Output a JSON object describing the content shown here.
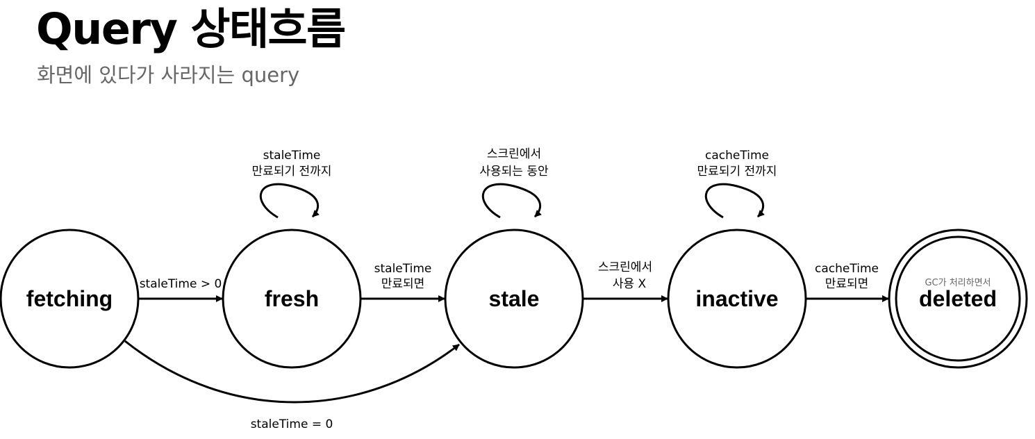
{
  "header": {
    "title": "Query 상태흐름",
    "subtitle": "화면에 있다가 사라지는 query"
  },
  "nodes": {
    "fetching": "fetching",
    "fresh": "fresh",
    "stale": "stale",
    "inactive": "inactive",
    "deleted": "deleted",
    "deleted_note": "GC가 처리하면서"
  },
  "edges": {
    "fetching_fresh": "staleTime > 0",
    "fetching_stale": "staleTime = 0",
    "fresh_stale_1": "staleTime",
    "fresh_stale_2": "만료되면",
    "stale_inactive_1": "스크린에서",
    "stale_inactive_2": "사용 X",
    "inactive_deleted_1": "cacheTime",
    "inactive_deleted_2": "만료되면"
  },
  "loops": {
    "fresh_1": "staleTime",
    "fresh_2": "만료되기 전까지",
    "stale_1": "스크린에서",
    "stale_2": "사용되는 동안",
    "inactive_1": "cacheTime",
    "inactive_2": "만료되기 전까지"
  },
  "colors": {
    "stroke": "#000000",
    "subtitle": "#666666",
    "background": "#ffffff"
  }
}
